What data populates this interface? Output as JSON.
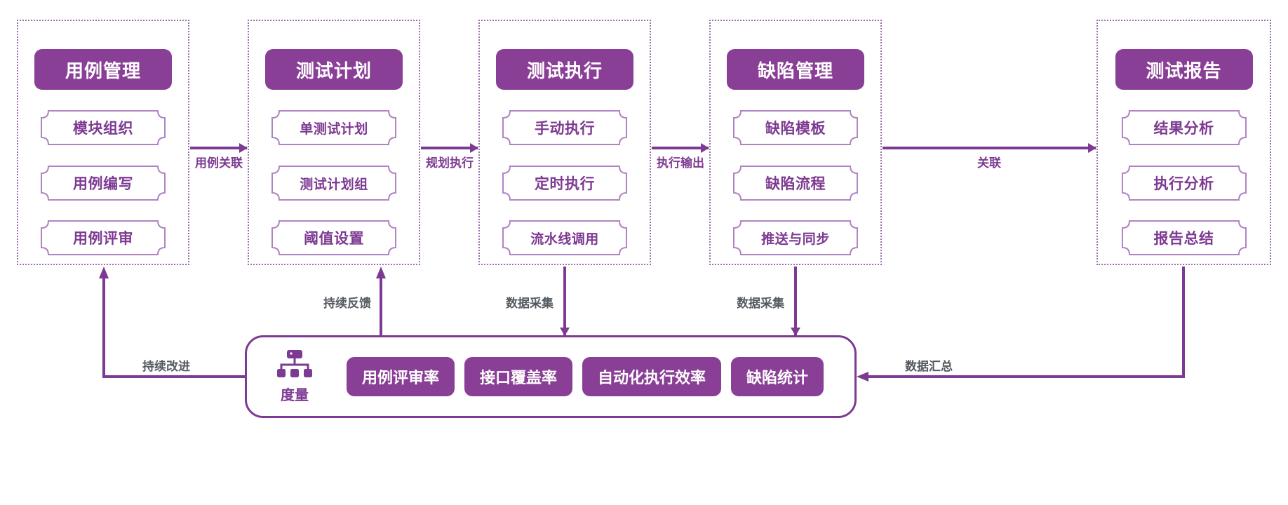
{
  "colors": {
    "brand": "#7d3a92",
    "brand_fill": "#8a3f96",
    "dashed_border": "#9b6fae",
    "sub_border": "#b084c2",
    "label_gray": "#555a60",
    "page_bg": "#ffffff"
  },
  "columns": [
    {
      "title": "用例管理",
      "items": [
        "模块组织",
        "用例编写",
        "用例评审"
      ]
    },
    {
      "title": "测试计划",
      "items": [
        "单测试计划",
        "测试计划组",
        "阈值设置"
      ]
    },
    {
      "title": "测试执行",
      "items": [
        "手动执行",
        "定时执行",
        "流水线调用"
      ]
    },
    {
      "title": "缺陷管理",
      "items": [
        "缺陷模板",
        "缺陷流程",
        "推送与同步"
      ]
    },
    {
      "title": "测试报告",
      "items": [
        "结果分析",
        "执行分析",
        "报告总结"
      ]
    }
  ],
  "flow_labels": [
    "用例关联",
    "规划执行",
    "执行输出",
    "关联"
  ],
  "vertical_labels": {
    "feedback_plan": "持续反馈",
    "collect_exec": "数据采集",
    "collect_defect": "数据采集",
    "improve": "持续改进",
    "aggregate": "数据汇总"
  },
  "metrics": {
    "icon_name": "hierarchy-icon",
    "caption": "度量",
    "pills": [
      "用例评审率",
      "接口覆盖率",
      "自动化执行效率",
      "缺陷统计"
    ]
  }
}
